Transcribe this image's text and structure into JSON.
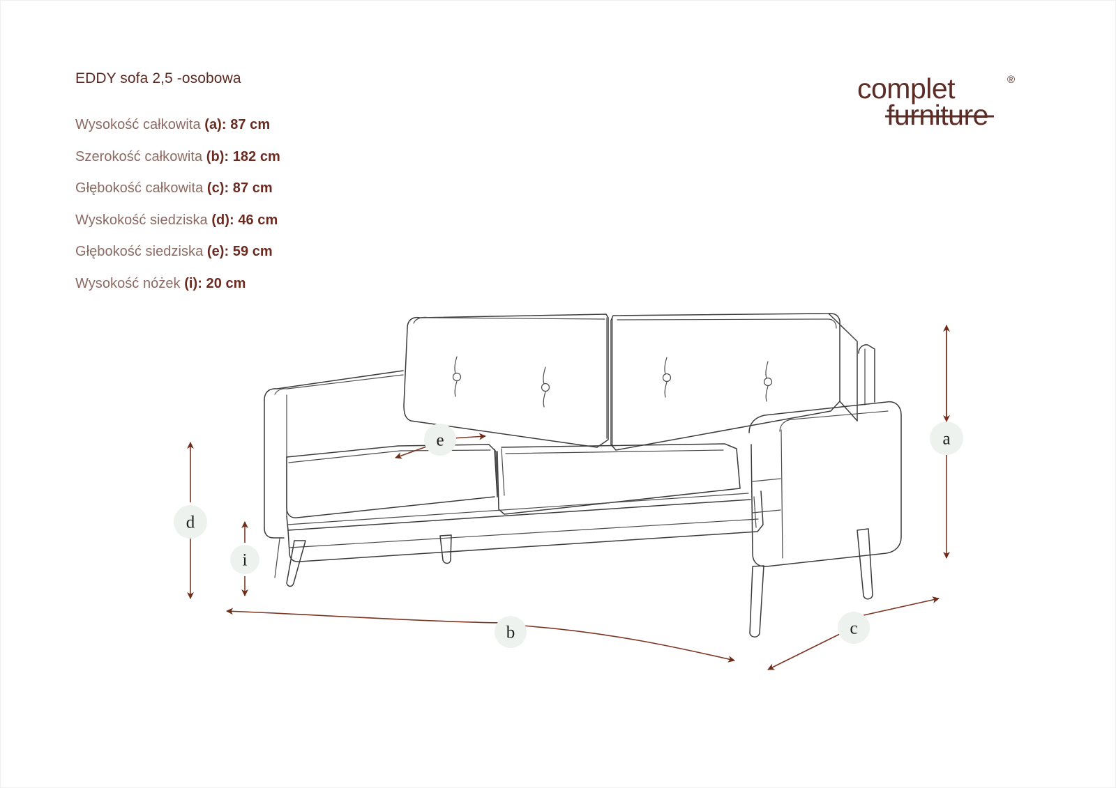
{
  "product": {
    "title": "EDDY sofa 2,5 -osobowa"
  },
  "specs": [
    {
      "label": "Wysokość całkowita",
      "value": "(a): 87 cm"
    },
    {
      "label": "Szerokość całkowita",
      "value": "(b): 182 cm"
    },
    {
      "label": "Głębokość całkowita",
      "value": "(c): 87 cm"
    },
    {
      "label": "Wyskokość siedziska",
      "value": "(d): 46 cm"
    },
    {
      "label": "Głębokość siedziska",
      "value": "(e): 59 cm"
    },
    {
      "label": "Wysokość nóżek",
      "value": "(i): 20 cm"
    }
  ],
  "brand": {
    "line1": "complet",
    "line2": "furniture",
    "trademark": "®"
  },
  "dimension_markers": {
    "a": "a",
    "b": "b",
    "c": "c",
    "d": "d",
    "e": "e",
    "i": "i"
  },
  "colors": {
    "title_text": "#5a2a22",
    "label_text": "#8a6a62",
    "value_text": "#6b2a20",
    "brand": "#5b2d26",
    "dimension_arrow": "#7b3523",
    "drawing_line": "#3a3a3a",
    "background": "#ffffff",
    "marker_halo": "#eef2ef"
  }
}
